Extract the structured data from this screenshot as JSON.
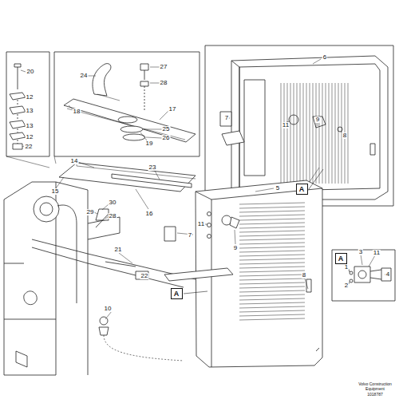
{
  "diagram": {
    "nodes": [
      {
        "text": [
          "A"
        ]
      },
      {
        "text": [
          "A"
        ]
      },
      {
        "text": [
          "A"
        ]
      }
    ],
    "labels": [
      "20",
      "12",
      "13",
      "13",
      "12",
      "22",
      "24",
      "27",
      "28",
      "18",
      "25",
      "26",
      "17",
      "19",
      "6",
      "7",
      "11",
      "9",
      "8",
      "14",
      "23",
      "5",
      "15",
      "16",
      "30",
      "29",
      "28",
      "7",
      "11",
      "9",
      "8",
      "21",
      "22",
      "10",
      "3",
      "1",
      "11",
      "2",
      "4",
      "Volvo Construction Equipment",
      "1018787"
    ]
  }
}
